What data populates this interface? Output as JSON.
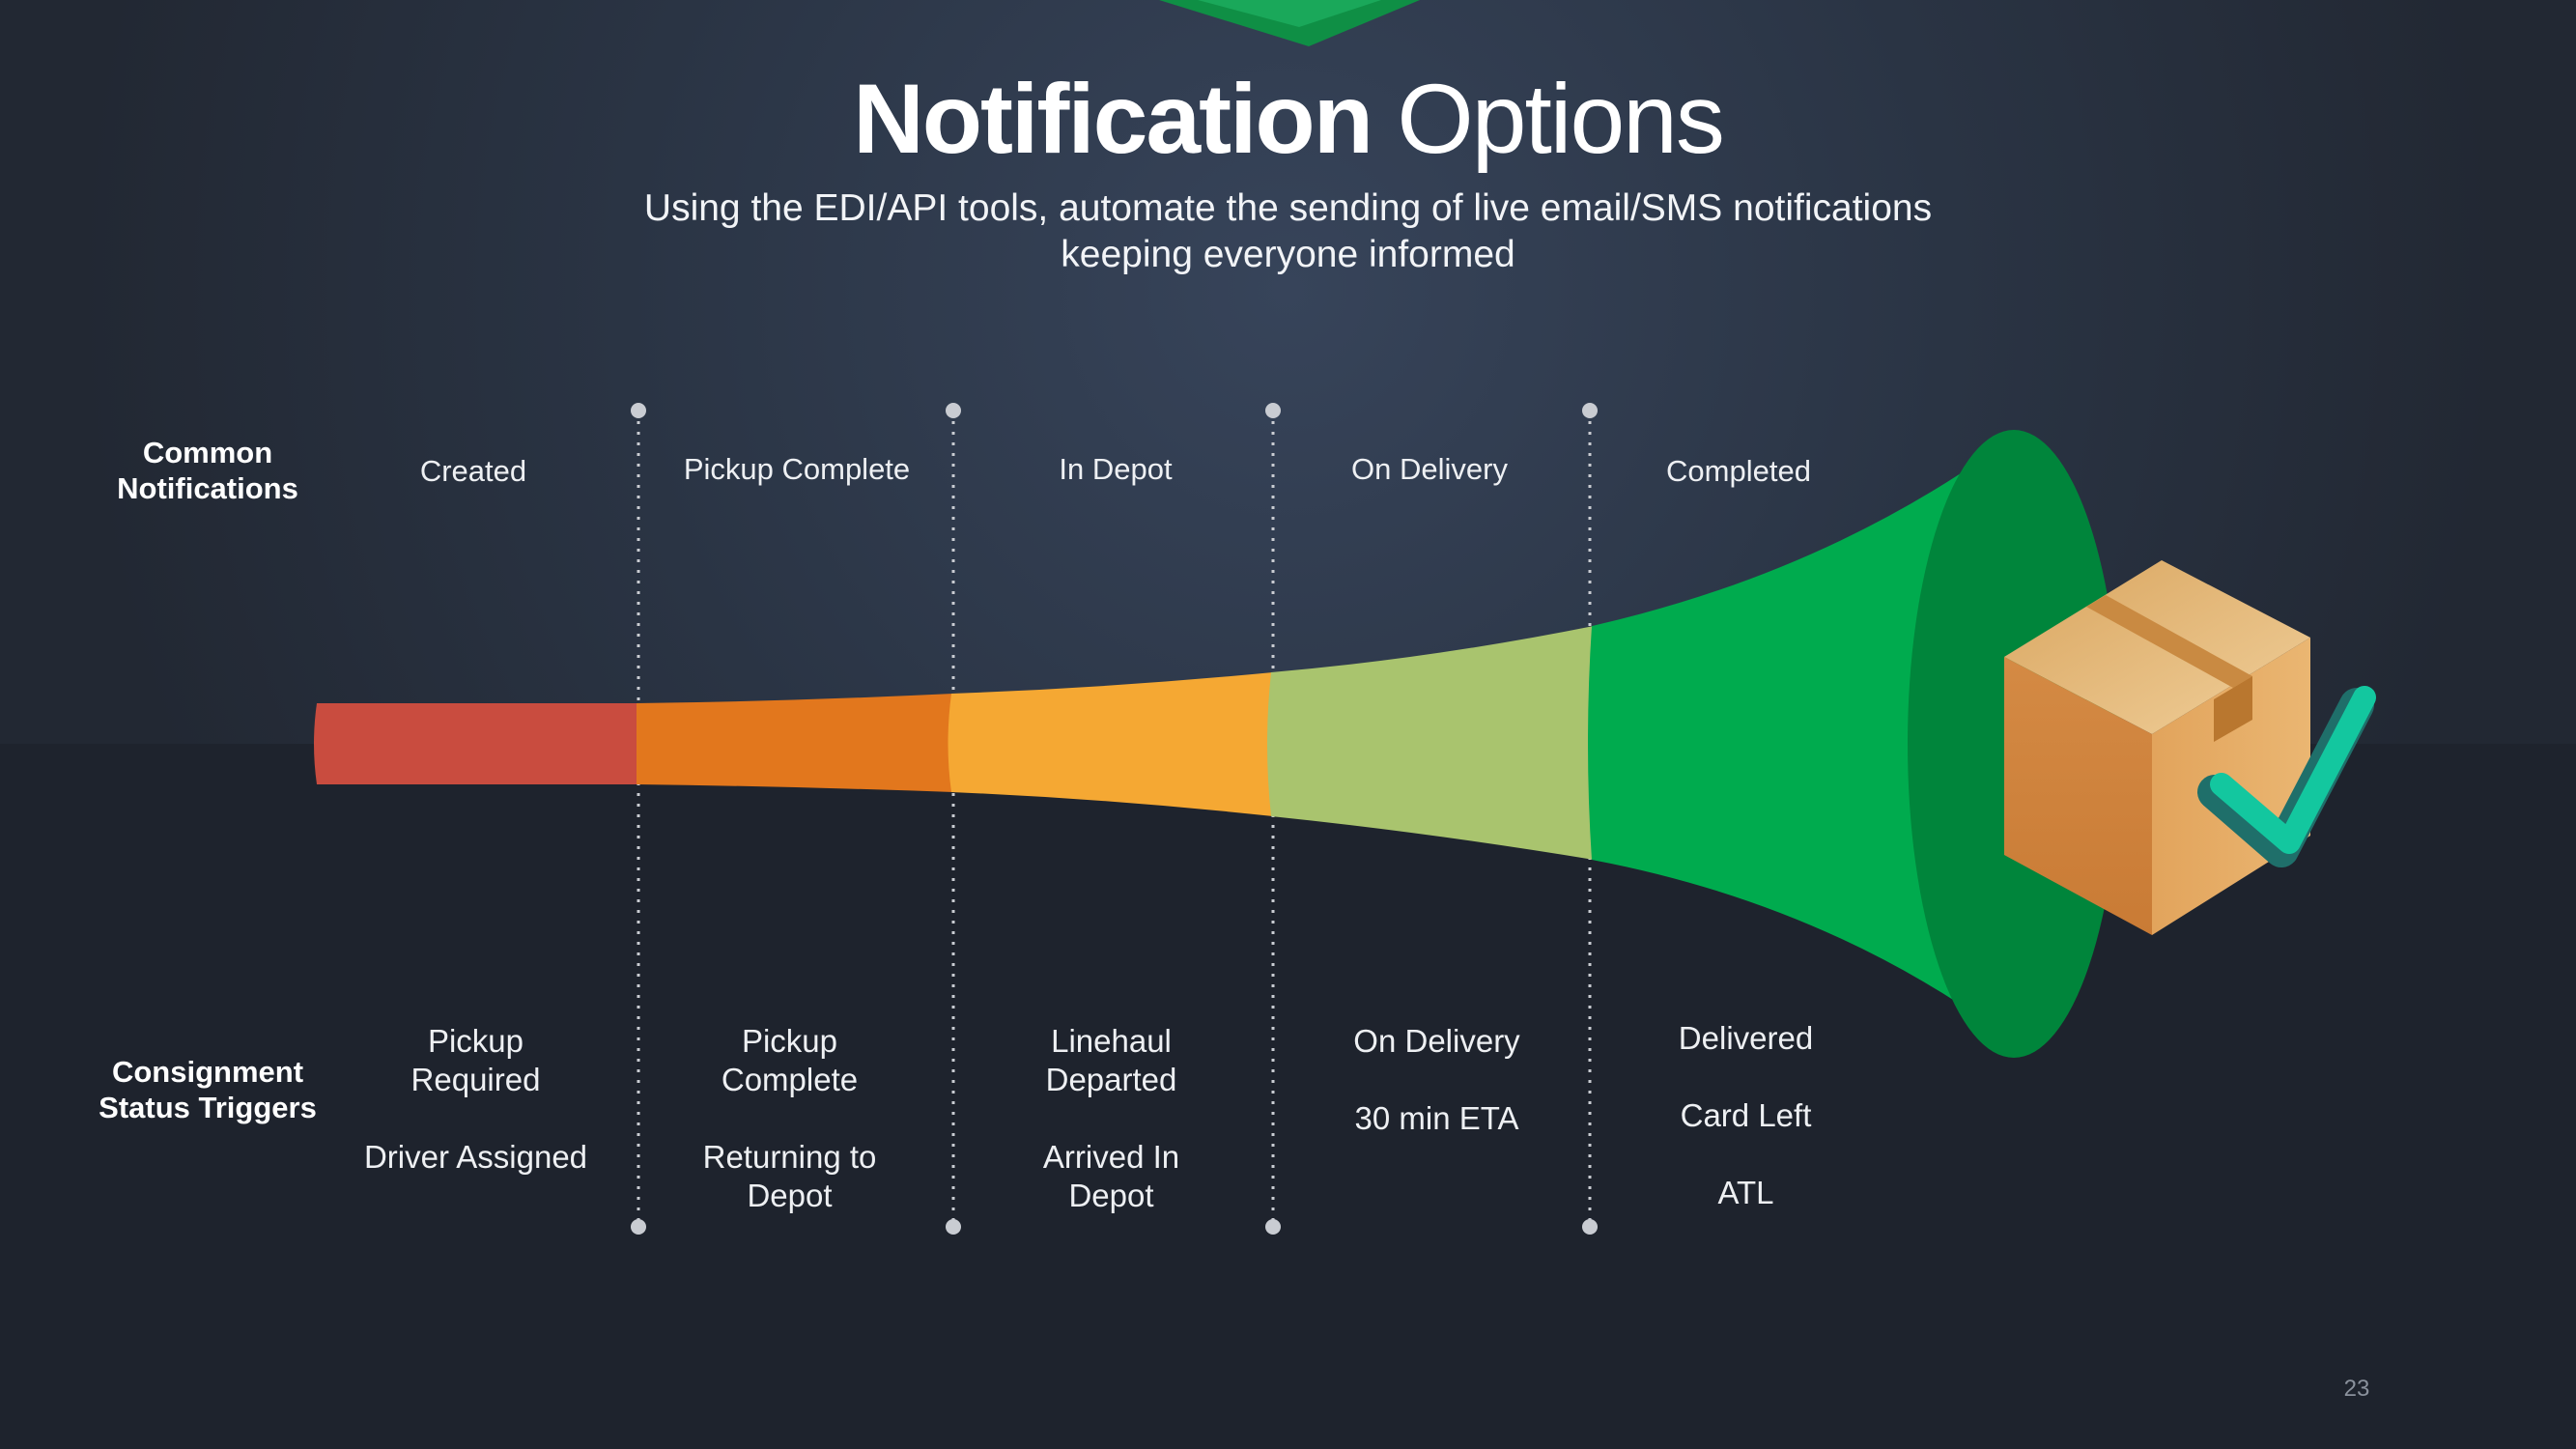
{
  "title": {
    "bold": "Notification",
    "light": "Options"
  },
  "subtitle": {
    "line1": "Using the EDI/API tools, automate the sending of live email/SMS notifications",
    "line2": "keeping everyone informed"
  },
  "row_headers": {
    "notifications": [
      "Common",
      "Notifications"
    ],
    "triggers": [
      "Consignment",
      "Status Triggers"
    ]
  },
  "stages": [
    {
      "notification": "Created",
      "color": "#c94c3f",
      "triggers": [
        [
          "Pickup",
          "Required"
        ],
        [
          "Driver Assigned"
        ]
      ]
    },
    {
      "notification": "Pickup Complete",
      "color": "#e2771d",
      "triggers": [
        [
          "Pickup",
          "Complete"
        ],
        [
          "Returning to",
          "Depot"
        ]
      ]
    },
    {
      "notification": "In Depot",
      "color": "#f5a833",
      "triggers": [
        [
          "Linehaul",
          "Departed"
        ],
        [
          "Arrived In",
          "Depot"
        ]
      ]
    },
    {
      "notification": "On Delivery",
      "color": "#a9c46e",
      "triggers": [
        [
          "On Delivery"
        ],
        [
          "30 min ETA"
        ]
      ]
    },
    {
      "notification": "Completed",
      "color": "#00ab4e",
      "triggers": [
        [
          "Delivered"
        ],
        [
          "Card Left"
        ],
        [
          "ATL"
        ]
      ]
    }
  ],
  "colors": {
    "background": "#1e232d",
    "horn_mouth": "#00853b",
    "top_accent": "#0f8f45",
    "check": "#13c79f"
  },
  "icons": [
    "package-box-icon",
    "checkmark-icon",
    "top-chevron-icon"
  ],
  "page_number": "23"
}
